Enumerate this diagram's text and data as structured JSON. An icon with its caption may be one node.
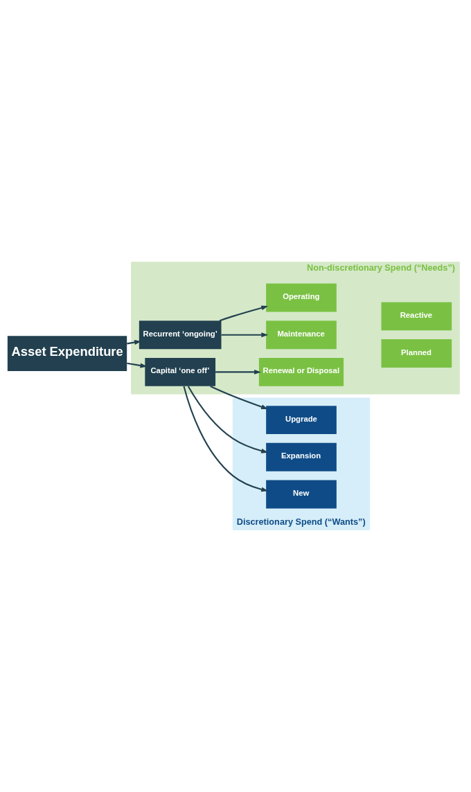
{
  "diagram": {
    "nodes": [
      {
        "text": [
          "Asset Expenditure"
        ]
      },
      {
        "text": [
          "Non-discretionary Spend (“Needs”)"
        ]
      },
      {
        "text": [
          "Recurrent ‘ongoing’"
        ],
        "in": 1
      },
      {
        "text": [
          "Maintenance"
        ],
        "in": 1
      },
      {
        "text": [
          "Planned"
        ],
        "in": 1
      },
      {
        "text": [
          "Reactive"
        ],
        "in": 1
      },
      {
        "text": [
          "Operating"
        ],
        "in": 1
      },
      {
        "text": [
          "Capital ‘one off’"
        ],
        "in": 1
      },
      {
        "text": [
          "Renewal or Disposal"
        ],
        "in": 1
      },
      {
        "text": [
          "Discretionary Spend (“Wants”)"
        ]
      },
      {
        "text": [
          "Upgrade"
        ],
        "in": 9
      },
      {
        "text": [
          "Expansion"
        ],
        "in": 9
      },
      {
        "text": [
          "New"
        ],
        "in": 9
      }
    ],
    "edges": [
      {
        "from": 0,
        "to": 2,
        "arrow": "to"
      },
      {
        "from": 0,
        "to": 7,
        "arrow": "to"
      },
      {
        "from": 2,
        "to": 3,
        "arrow": "to"
      },
      {
        "from": 2,
        "to": 6,
        "arrow": "to"
      },
      {
        "from": 7,
        "to": 8,
        "arrow": "to"
      },
      {
        "from": 7,
        "to": 10,
        "arrow": "to"
      },
      {
        "from": 7,
        "to": 11,
        "arrow": "to"
      },
      {
        "from": 7,
        "to": 12,
        "arrow": "to"
      }
    ]
  }
}
